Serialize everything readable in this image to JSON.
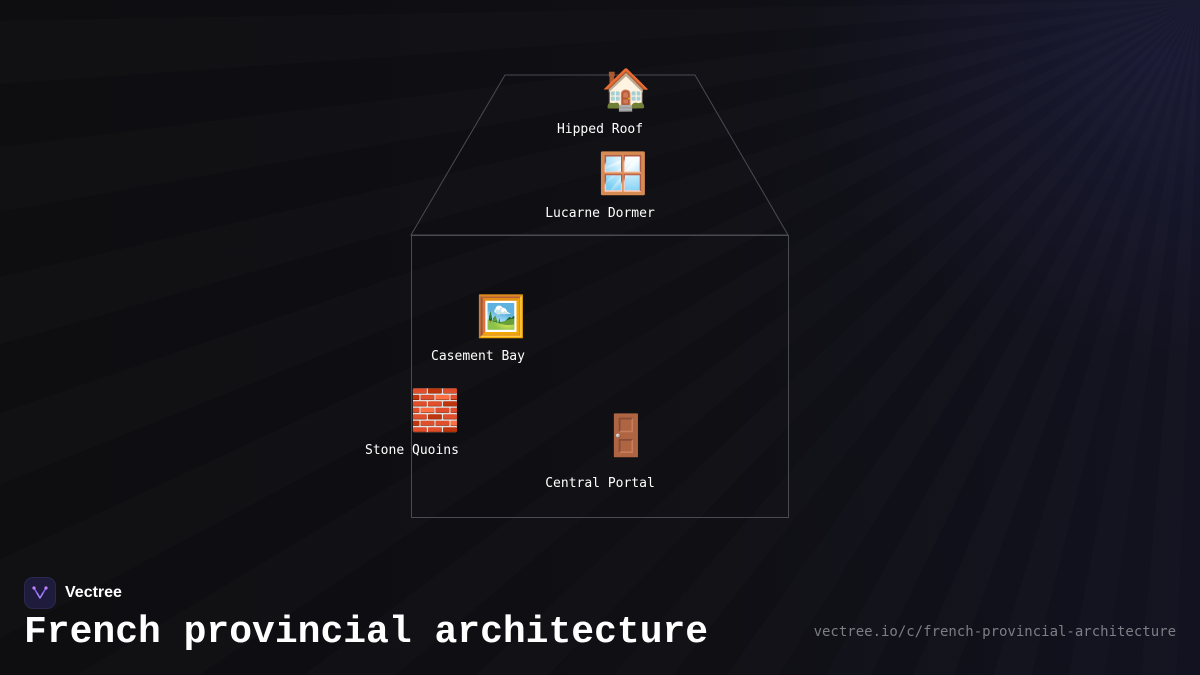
{
  "brand": {
    "name": "Vectree",
    "logo_color": "#8b5cf6"
  },
  "title": "French provincial architecture",
  "url": "vectree.io/c/french-provincial-architecture",
  "diagram": {
    "outline_color": "#4a4a52",
    "nodes": [
      {
        "id": "hipped-roof",
        "emoji": "🏠",
        "icon": "house-icon",
        "label": "Hipped Roof"
      },
      {
        "id": "lucarne-dormer",
        "emoji": "🪟",
        "icon": "window-icon",
        "label": "Lucarne Dormer"
      },
      {
        "id": "casement-bay",
        "emoji": "🖼️",
        "icon": "framed-picture-icon",
        "label": "Casement Bay"
      },
      {
        "id": "stone-quoins",
        "emoji": "🧱",
        "icon": "brick-icon",
        "label": "Stone Quoins"
      },
      {
        "id": "central-portal",
        "emoji": "🚪",
        "icon": "door-icon",
        "label": "Central Portal"
      }
    ]
  }
}
